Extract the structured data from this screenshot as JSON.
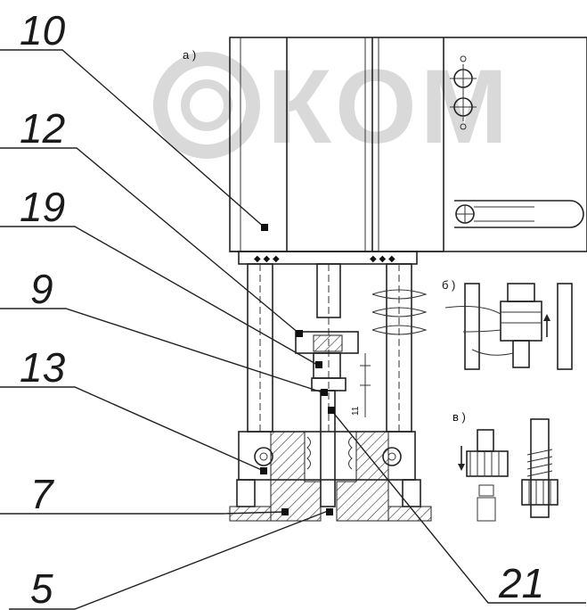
{
  "watermark": {
    "text": "КОМ"
  },
  "callouts": [
    {
      "id": "c10",
      "label": "10"
    },
    {
      "id": "c12",
      "label": "12"
    },
    {
      "id": "c19",
      "label": "19"
    },
    {
      "id": "c9",
      "label": "9"
    },
    {
      "id": "c13",
      "label": "13"
    },
    {
      "id": "c7",
      "label": "7"
    },
    {
      "id": "c5",
      "label": "5"
    },
    {
      "id": "c21",
      "label": "21"
    }
  ],
  "sub_figures": {
    "a": "а )",
    "b": "б )",
    "v": "в )"
  },
  "dimension": {
    "value": "11"
  },
  "colors": {
    "line": "#222222",
    "hatch": "#333333",
    "watermark": "#d9d9d9",
    "marker": "#111111"
  }
}
